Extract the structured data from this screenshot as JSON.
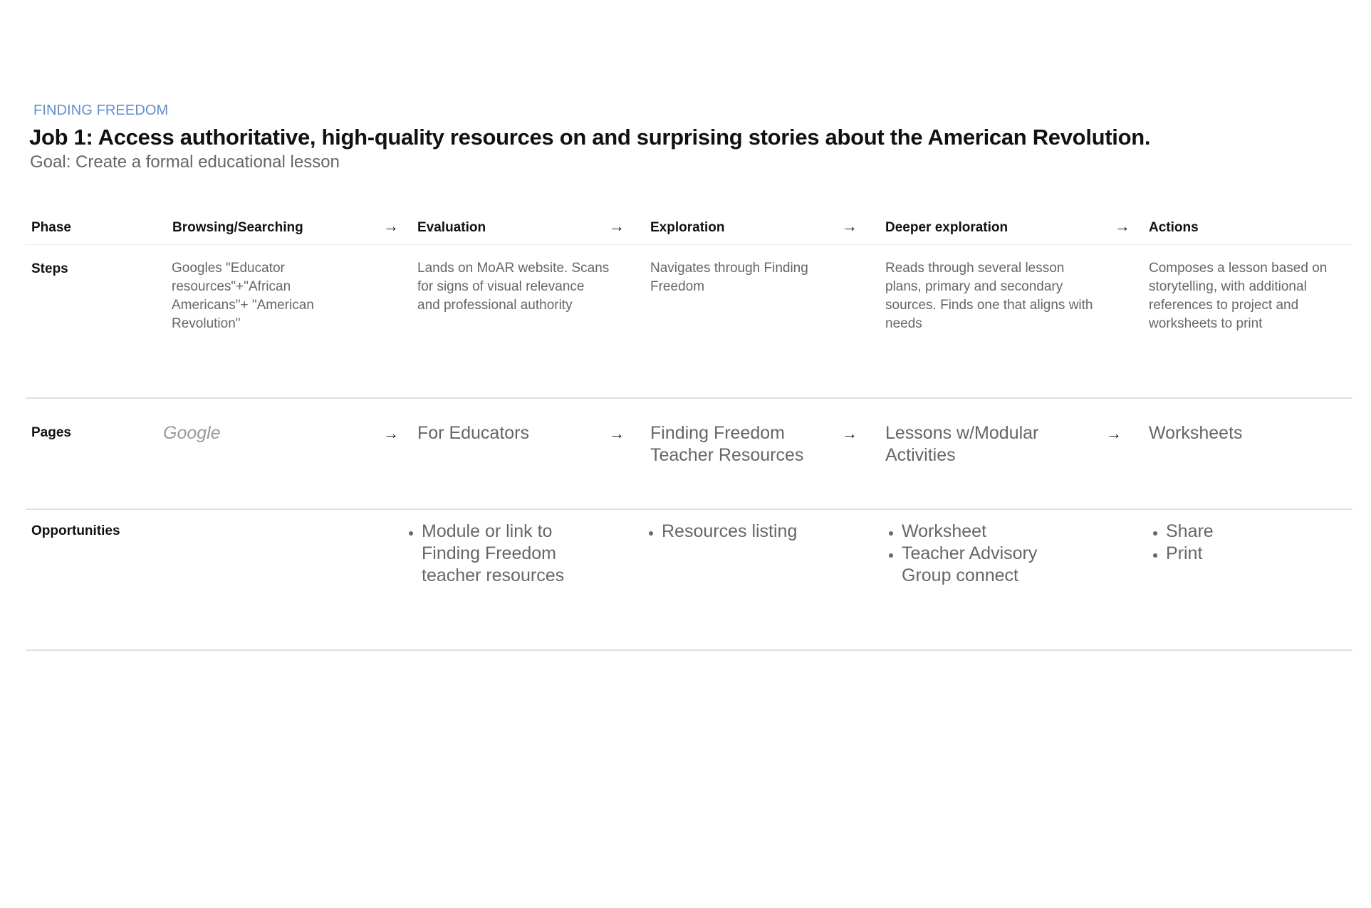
{
  "header": {
    "eyebrow": "FINDING FREEDOM",
    "title": "Job 1: Access authoritative, high-quality resources on and surprising stories about the American Revolution.",
    "goal": "Goal: Create a formal educational lesson"
  },
  "row_labels": {
    "phase": "Phase",
    "steps": "Steps",
    "pages": "Pages",
    "opportunities": "Opportunities"
  },
  "arrow_glyph": "→",
  "columns": [
    {
      "phase": "Browsing/Searching",
      "step": "Googles \"Educator resources\"+\"African Americans\"+ \"American Revolution\"",
      "page": "Google",
      "opportunities": []
    },
    {
      "phase": "Evaluation",
      "step": "Lands on MoAR website. Scans for signs of visual relevance and professional authority",
      "page": "For Educators",
      "opportunities": [
        "Module or link to Finding Freedom teacher resources"
      ]
    },
    {
      "phase": "Exploration",
      "step": "Navigates through Finding Freedom",
      "page": "Finding Freedom Teacher Resources",
      "opportunities": [
        "Resources listing"
      ]
    },
    {
      "phase": "Deeper exploration",
      "step": "Reads through several lesson plans, primary and secondary sources. Finds one that aligns with needs",
      "page": "Lessons w/Modular Activities",
      "opportunities": [
        "Worksheet",
        "Teacher Advisory Group connect"
      ]
    },
    {
      "phase": "Actions",
      "step": "Composes a lesson based on storytelling, with additional references to project and worksheets to print",
      "page": "Worksheets",
      "opportunities": [
        "Share",
        "Print"
      ]
    }
  ]
}
